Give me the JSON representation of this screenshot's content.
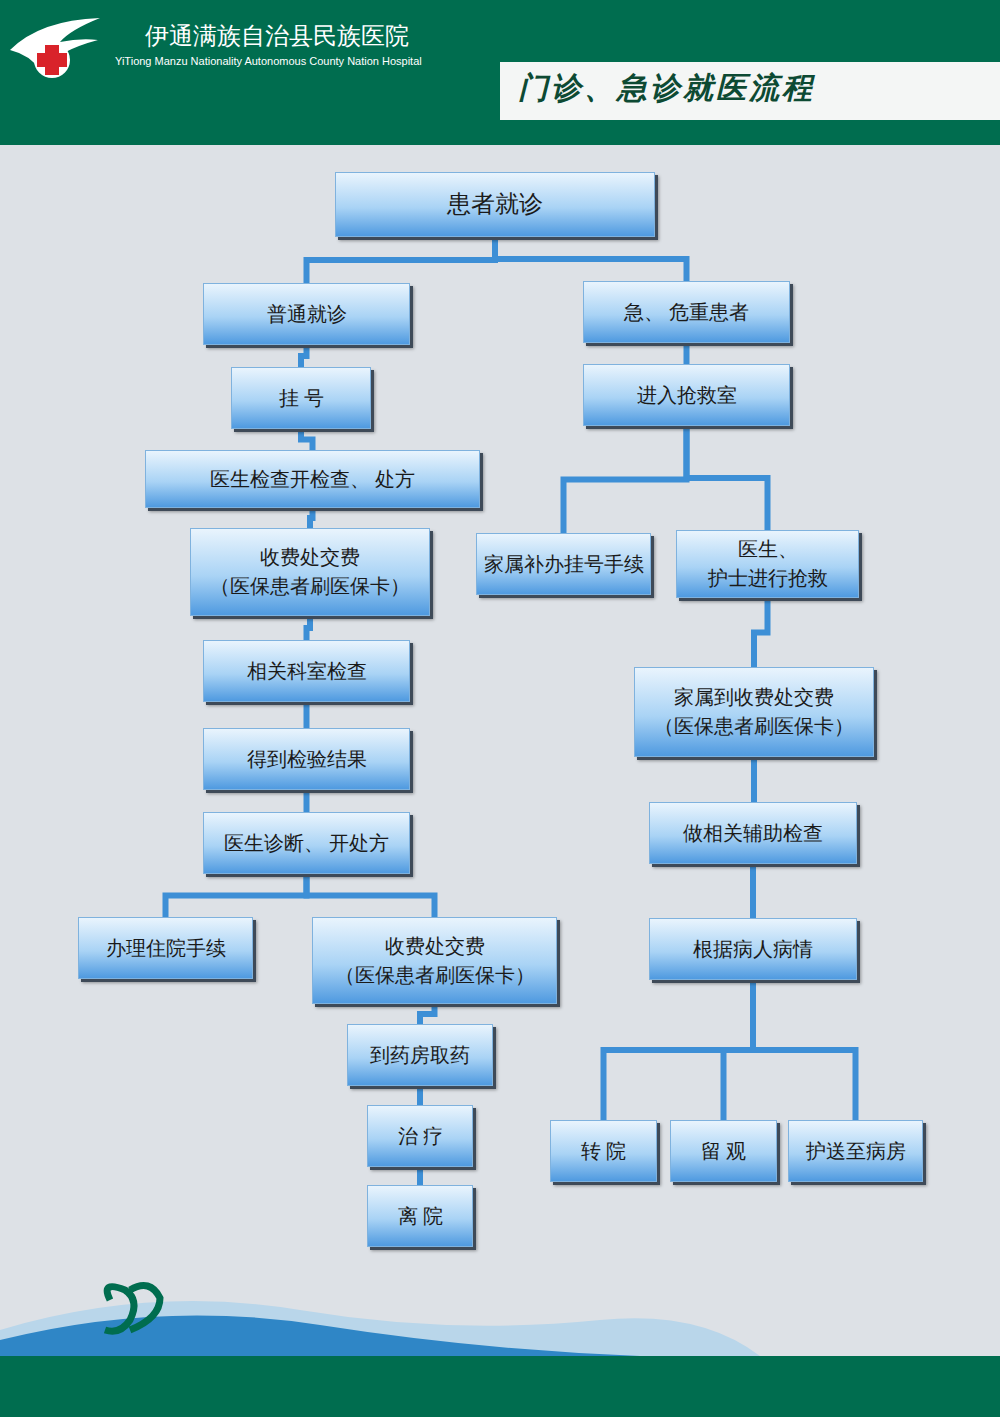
{
  "diagram": {
    "title": "门诊、急诊就医流程",
    "nodes": [
      {
        "text": [
          "患者就诊"
        ]
      },
      {
        "text": [
          "普通就诊"
        ]
      },
      {
        "text": [
          "急、 危重患者"
        ]
      },
      {
        "text": [
          "挂 号"
        ]
      },
      {
        "text": [
          "进入抢救室"
        ]
      },
      {
        "text": [
          "医生检查开检查、 处方"
        ]
      },
      {
        "text": [
          "家属补办挂号手续"
        ]
      },
      {
        "text": [
          "医生、 护士进行抢救"
        ]
      },
      {
        "text": [
          "收费处交费 （医保患者刷医保卡）"
        ]
      },
      {
        "text": [
          "家属到收费处交费 （医保患者刷医保卡）"
        ]
      },
      {
        "text": [
          "相关科室检查"
        ]
      },
      {
        "text": [
          "做相关辅助检查"
        ]
      },
      {
        "text": [
          "得到检验结果"
        ]
      },
      {
        "text": [
          "根据病人病情"
        ]
      },
      {
        "text": [
          "医生诊断、 开处方"
        ]
      },
      {
        "text": [
          "办理住院手续"
        ]
      },
      {
        "text": [
          "收费处交费 （医保患者刷医保卡）"
        ]
      },
      {
        "text": [
          "转 院"
        ]
      },
      {
        "text": [
          "留 观"
        ]
      },
      {
        "text": [
          "护送至病房"
        ]
      },
      {
        "text": [
          "到药房取药"
        ]
      },
      {
        "text": [
          "治 疗"
        ]
      },
      {
        "text": [
          "离 院"
        ]
      }
    ],
    "edges": [
      {
        "from": 0,
        "to": 1,
        "arrow": "none"
      },
      {
        "from": 0,
        "to": 2,
        "arrow": "none"
      },
      {
        "from": 1,
        "to": 3,
        "arrow": "none"
      },
      {
        "from": 3,
        "to": 5,
        "arrow": "none"
      },
      {
        "from": 5,
        "to": 8,
        "arrow": "none"
      },
      {
        "from": 8,
        "to": 10,
        "arrow": "none"
      },
      {
        "from": 10,
        "to": 12,
        "arrow": "none"
      },
      {
        "from": 12,
        "to": 14,
        "arrow": "none"
      },
      {
        "from": 14,
        "to": 15,
        "arrow": "none"
      },
      {
        "from": 14,
        "to": 16,
        "arrow": "none"
      },
      {
        "from": 16,
        "to": 20,
        "arrow": "none"
      },
      {
        "from": 20,
        "to": 21,
        "arrow": "none"
      },
      {
        "from": 21,
        "to": 22,
        "arrow": "none"
      },
      {
        "from": 2,
        "to": 4,
        "arrow": "none"
      },
      {
        "from": 4,
        "to": 6,
        "arrow": "none"
      },
      {
        "from": 4,
        "to": 7,
        "arrow": "none"
      },
      {
        "from": 7,
        "to": 9,
        "arrow": "none"
      },
      {
        "from": 9,
        "to": 11,
        "arrow": "none"
      },
      {
        "from": 11,
        "to": 13,
        "arrow": "none"
      },
      {
        "from": 13,
        "to": 17,
        "arrow": "none"
      },
      {
        "from": 13,
        "to": 18,
        "arrow": "none"
      },
      {
        "from": 13,
        "to": 19,
        "arrow": "none"
      }
    ],
    "labels": [
      "伊通满族自治县民族医院",
      "YiTiong Manzu Nationality Autonomous County Nation Hospital"
    ]
  }
}
